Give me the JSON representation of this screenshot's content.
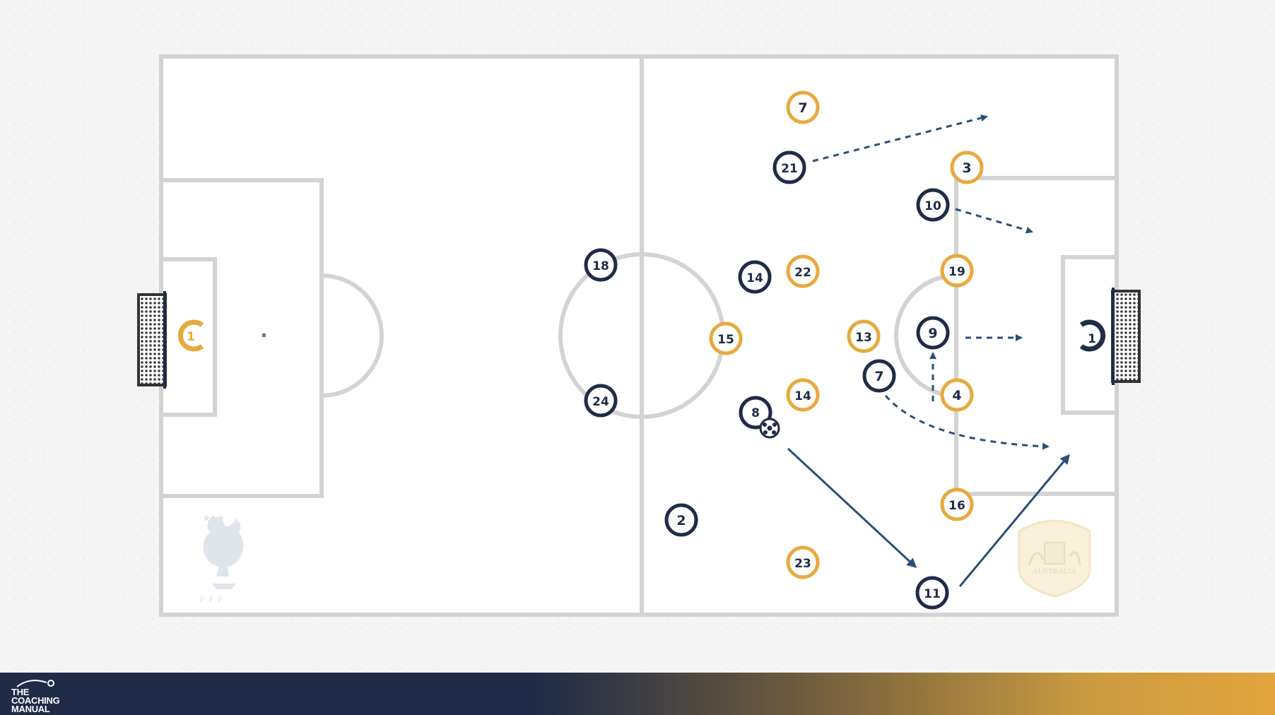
{
  "colors": {
    "navy": "#1f2b47",
    "gold": "#e8a93e",
    "line": "#d3d3d3",
    "arrow": "#2b4f78",
    "white": "#ffffff"
  },
  "teams": {
    "france": {
      "crest_text": "FFF",
      "crest_icon": "rooster-icon"
    },
    "australia": {
      "crest_text": "AUSTRALIA",
      "crest_icon": "australia-crest-icon"
    }
  },
  "goalkeepers": [
    {
      "team": "gold",
      "number": "1",
      "side": "left"
    },
    {
      "team": "navy",
      "number": "1",
      "side": "right"
    }
  ],
  "players": [
    {
      "team": "gold",
      "number": "7"
    },
    {
      "team": "navy",
      "number": "21"
    },
    {
      "team": "gold",
      "number": "3"
    },
    {
      "team": "navy",
      "number": "10"
    },
    {
      "team": "navy",
      "number": "18"
    },
    {
      "team": "navy",
      "number": "14"
    },
    {
      "team": "gold",
      "number": "22"
    },
    {
      "team": "gold",
      "number": "19"
    },
    {
      "team": "gold",
      "number": "15"
    },
    {
      "team": "gold",
      "number": "13"
    },
    {
      "team": "navy",
      "number": "9"
    },
    {
      "team": "navy",
      "number": "7"
    },
    {
      "team": "navy",
      "number": "24"
    },
    {
      "team": "gold",
      "number": "14"
    },
    {
      "team": "gold",
      "number": "4"
    },
    {
      "team": "navy",
      "number": "8"
    },
    {
      "team": "gold",
      "number": "16"
    },
    {
      "team": "navy",
      "number": "2"
    },
    {
      "team": "gold",
      "number": "23"
    },
    {
      "team": "navy",
      "number": "11"
    }
  ],
  "ball": {
    "carrier": "8",
    "icon": "soccer-ball-icon"
  },
  "movements": [
    {
      "player": "21",
      "kind": "run",
      "style": "dashed"
    },
    {
      "player": "10",
      "kind": "run",
      "style": "dashed"
    },
    {
      "player": "9",
      "kind": "run",
      "style": "dashed"
    },
    {
      "player": "9",
      "kind": "run",
      "style": "dashed"
    },
    {
      "player": "7",
      "kind": "run",
      "style": "dashed"
    },
    {
      "player": "8",
      "kind": "pass",
      "style": "solid"
    },
    {
      "player": "11",
      "kind": "pass",
      "style": "solid"
    }
  ],
  "footer": {
    "brand_line1": "THE",
    "brand_line2": "COACHING",
    "brand_line3": "MANUAL",
    "brand_icon": "whistle-icon"
  }
}
